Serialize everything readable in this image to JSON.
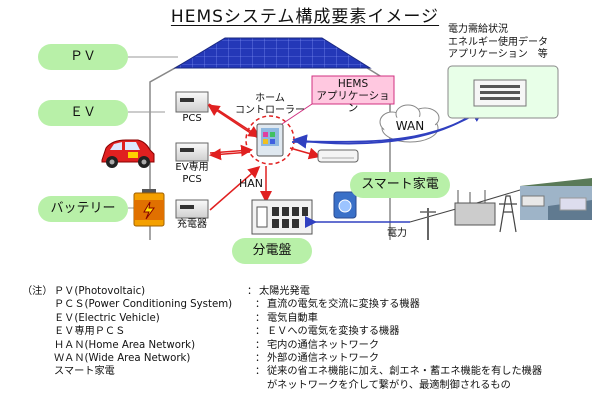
{
  "title": "HEMSシステム構成要素イメージ",
  "labels": {
    "pv": "ＰＶ",
    "ev": "ＥＶ",
    "battery": "バッテリー",
    "smart_appliance": "スマート家電",
    "distribution_board": "分電盤",
    "hems_app_line1": "HEMS",
    "hems_app_line2": "アプリケーション",
    "home_controller_line1": "ホーム",
    "home_controller_line2": "コントローラー",
    "pcs": "PCS",
    "ev_pcs_line1": "EV専用",
    "ev_pcs_line2": "PCS",
    "charger": "充電器",
    "han": "HAN",
    "wan": "WAN",
    "power": "電力",
    "data_line1": "電力需給状況",
    "data_line2": "エネルギー使用データ",
    "data_line3": "アプリケーション　等"
  },
  "notes": {
    "heading": "（注）",
    "items": [
      {
        "term": "ＰＶ(Photovoltaic)",
        "desc": "太陽光発電"
      },
      {
        "term": "ＰＣＳ(Power Conditioning System)",
        "desc": "直流の電気を交流に変換する機器"
      },
      {
        "term": "ＥＶ(Electric Vehicle)",
        "desc": "電気自動車"
      },
      {
        "term": "ＥＶ専用ＰＣＳ",
        "desc": "ＥＶへの電気を変換する機器"
      },
      {
        "term": "ＨＡＮ(Home Area Network)",
        "desc": "宅内の通信ネットワーク"
      },
      {
        "term": "ＷＡＮ(Wide Area Network)",
        "desc": "外部の通信ネットワーク"
      },
      {
        "term": "スマート家電",
        "desc": "従来の省エネ機能に加え、創エネ・蓄エネ機能を有した機器"
      },
      {
        "term": "",
        "desc": "がネットワークを介して繋がり、最適制御されるもの"
      }
    ]
  },
  "colors": {
    "pill": "#b8f0a8",
    "arrow_red": "#e02020",
    "arrow_blue": "#3040c0",
    "house_stroke": "#888888",
    "hems_box": "#ffc8e0"
  }
}
